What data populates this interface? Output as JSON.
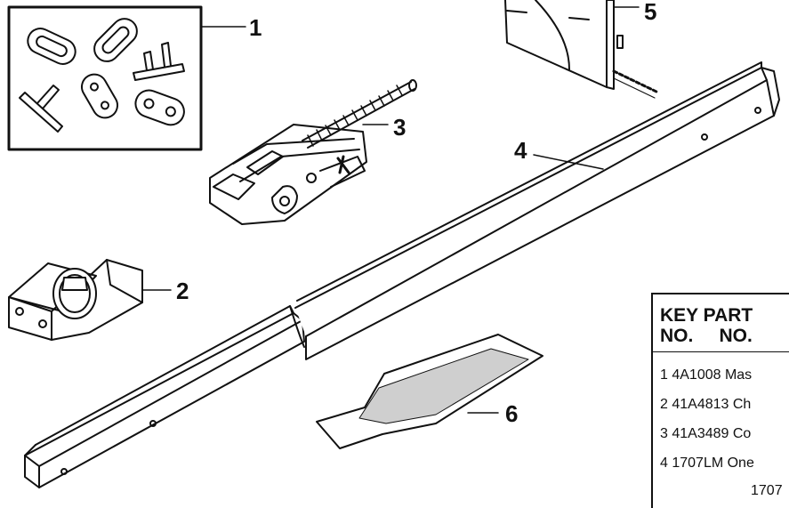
{
  "callouts": {
    "c1": "1",
    "c2": "2",
    "c3": "3",
    "c4": "4",
    "c5": "5",
    "c6": "6"
  },
  "table": {
    "header_line1": "KEY PART",
    "header_line2": "NO.     NO.",
    "rows": [
      "1 4A1008 Mas",
      "2 41A4813 Ch",
      "3 41A3489 Co",
      "4 1707LM One",
      "1707"
    ]
  }
}
